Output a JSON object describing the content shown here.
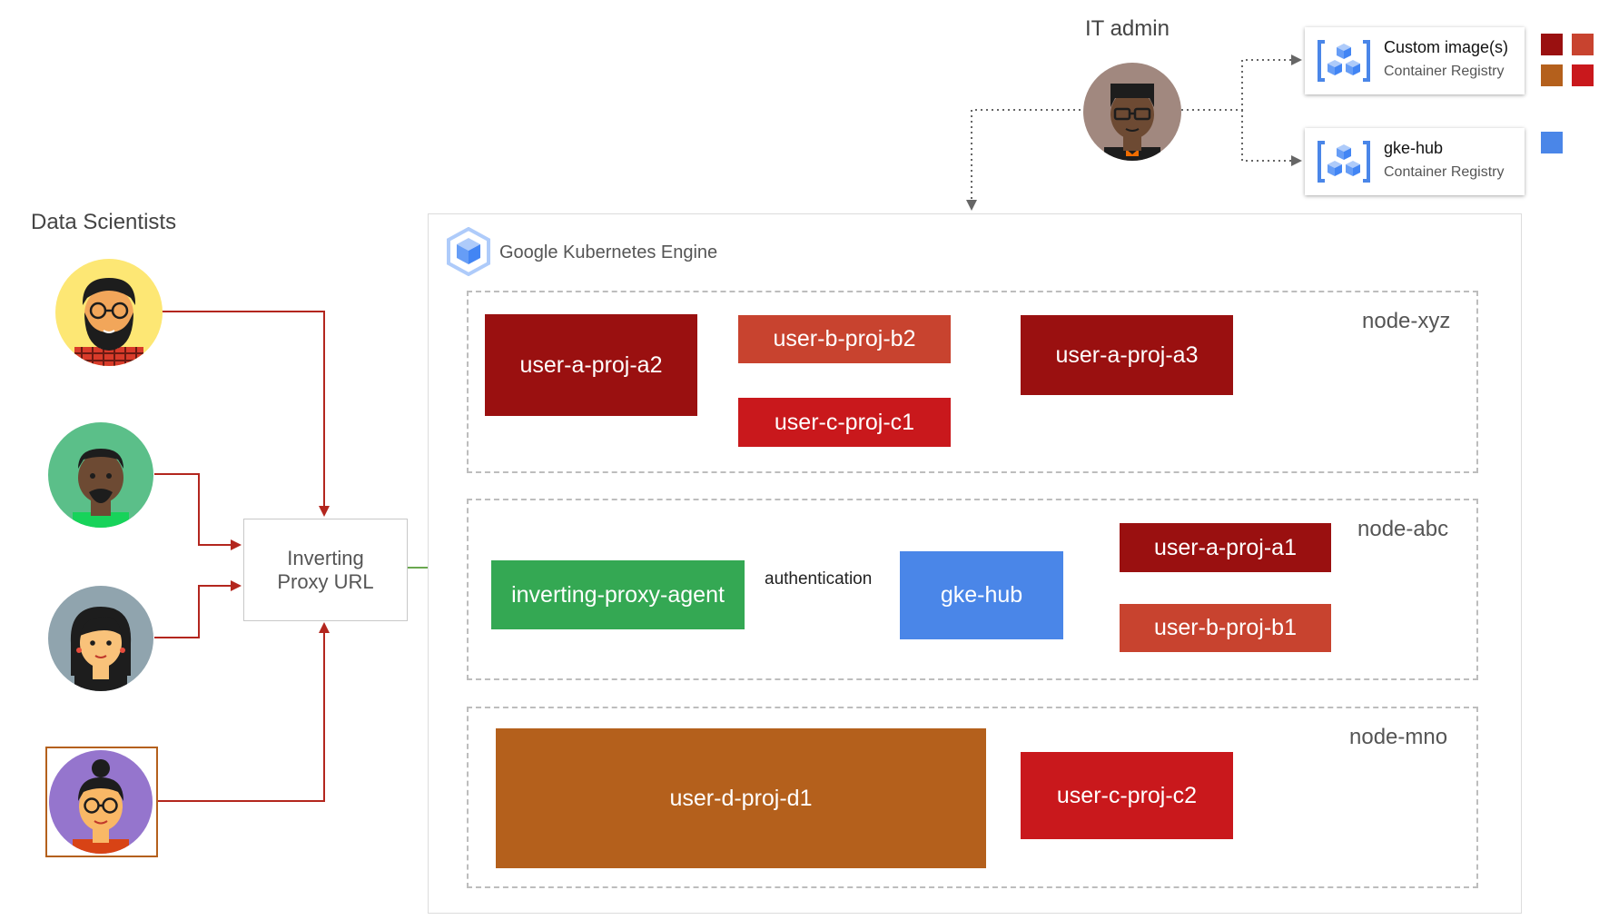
{
  "labels": {
    "data_scientists": "Data Scientists",
    "it_admin": "IT admin",
    "gke": "Google Kubernetes Engine",
    "inverting_proxy_url": "Inverting\nProxy URL",
    "authentication": "authentication"
  },
  "registries": [
    {
      "title": "Custom image(s)",
      "subtitle": "Container Registry"
    },
    {
      "title": "gke-hub",
      "subtitle": "Container Registry"
    }
  ],
  "nodes": {
    "xyz": "node-xyz",
    "abc": "node-abc",
    "mno": "node-mno"
  },
  "boxes": {
    "a2": "user-a-proj-a2",
    "b2": "user-b-proj-b2",
    "c1": "user-c-proj-c1",
    "a3": "user-a-proj-a3",
    "agent": "inverting-proxy-agent",
    "hub": "gke-hub",
    "a1": "user-a-proj-a1",
    "b1": "user-b-proj-b1",
    "d1": "user-d-proj-d1",
    "c2": "user-c-proj-c2"
  },
  "colors": {
    "user_a": "#9a1010",
    "user_b": "#c8432f",
    "user_c": "#c9181c",
    "user_d": "#b4601c",
    "agent": "#34a853",
    "hub": "#4a86e8",
    "arrow_red": "#b3261e",
    "arrow_blue": "#4a7fe0",
    "arrow_green": "#6aa84f"
  }
}
